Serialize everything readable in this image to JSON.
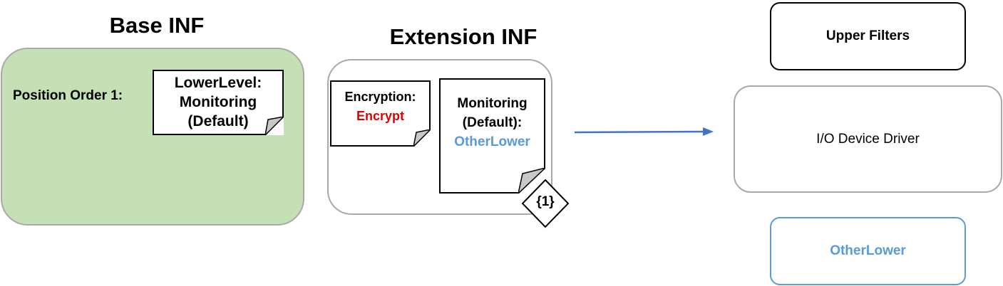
{
  "base_inf": {
    "title": "Base INF",
    "position_label": "Position Order 1:",
    "note_lines": [
      "LowerLevel:",
      "Monitoring",
      "(Default)"
    ],
    "fill_color": "#c5e0b4"
  },
  "extension_inf": {
    "title": "Extension INF",
    "encryption_label": "Encryption:",
    "encryption_value": "Encrypt",
    "monitoring_lines": [
      "Monitoring",
      "(Default):"
    ],
    "monitoring_value": "OtherLower",
    "badge": "{1}"
  },
  "stack": {
    "upper_filters": "Upper Filters",
    "device_driver": "I/O Device Driver",
    "other_lower": "OtherLower"
  },
  "colors": {
    "encrypt_red": "#e00000",
    "other_lower_blue": "#5b9bd5",
    "arrow_blue": "#4472c4"
  }
}
